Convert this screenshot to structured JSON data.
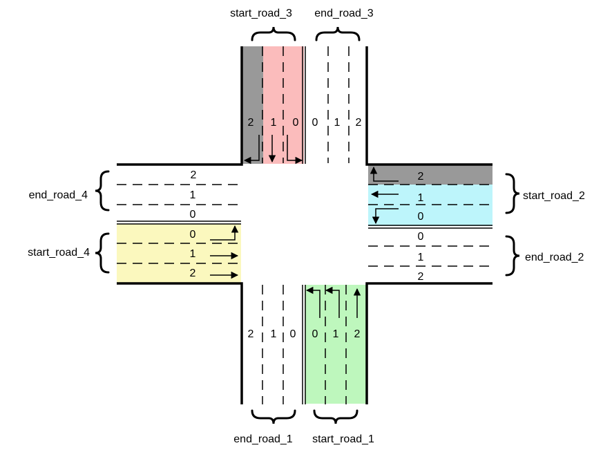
{
  "labels": {
    "start_road_3": "start_road_3",
    "end_road_3": "end_road_3",
    "start_road_2": "start_road_2",
    "end_road_2": "end_road_2",
    "start_road_1": "start_road_1",
    "end_road_1": "end_road_1",
    "start_road_4": "start_road_4",
    "end_road_4": "end_road_4"
  },
  "lanes": {
    "n0": "0",
    "n1": "1",
    "n2": "2"
  },
  "colors": {
    "road3_lane2": "#999999",
    "road3_lanes": "#fbbcbc",
    "road2_lane2": "#999999",
    "road2_lanes": "#bdf5fb",
    "road4_lanes": "#fbf8be",
    "road1_lanes": "#bef7bd"
  }
}
